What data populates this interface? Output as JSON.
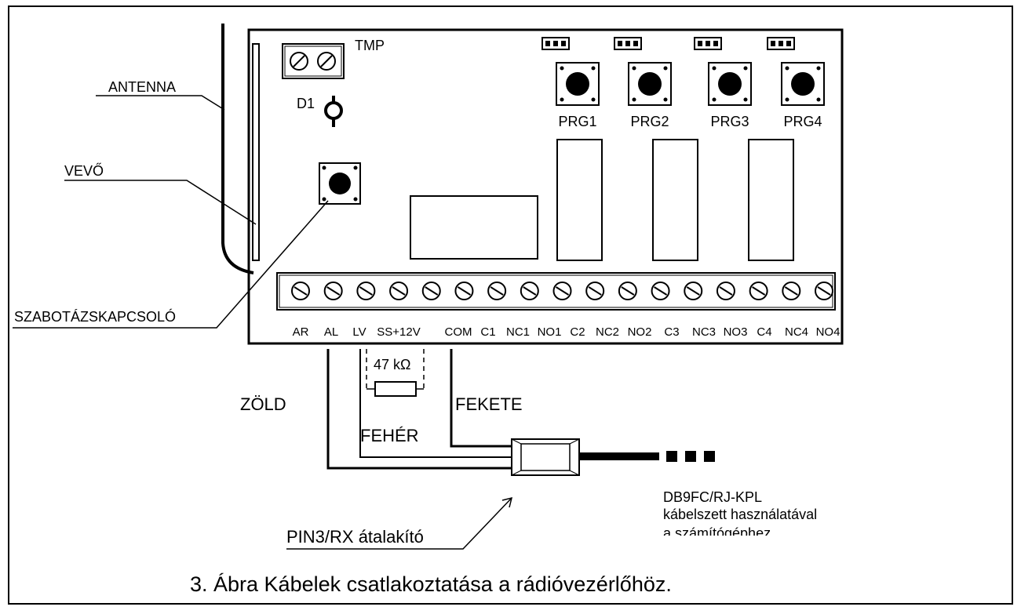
{
  "labels": {
    "antenna": "ANTENNA",
    "receiver": "VEVŐ",
    "tamper_switch": "SZABOTÁZSKAPCSOLÓ",
    "tmp": "TMP",
    "d1": "D1",
    "prg": [
      "PRG1",
      "PRG2",
      "PRG3",
      "PRG4"
    ],
    "resistor": "47 kΩ",
    "green": "ZÖLD",
    "white": "FEHÉR",
    "black": "FEKETE",
    "converter": "PIN3/RX átalakító",
    "cable_note": [
      "DB9FC/RJ-KPL",
      "kábelszett  használatával",
      "a számítógéphez"
    ]
  },
  "terminals": [
    "AR",
    "AL",
    "LV",
    "SS+12V",
    "COM",
    "C1",
    "NC1",
    "NO1",
    "C2",
    "NC2",
    "NO2",
    "C3",
    "NC3",
    "NO3",
    "C4",
    "NC4",
    "NO4"
  ],
  "caption": "3. Ábra Kábelek csatlakoztatása a rádióvezérlőhöz."
}
